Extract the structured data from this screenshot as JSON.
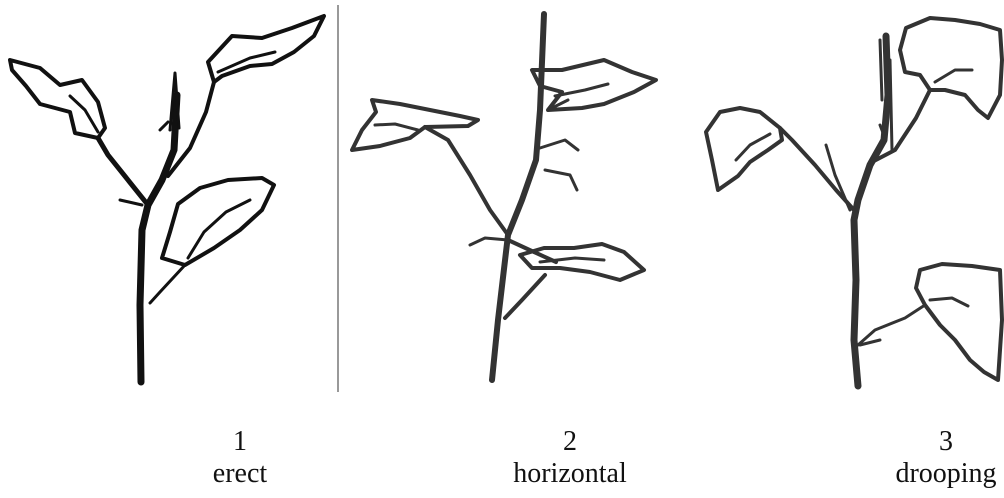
{
  "panels": [
    {
      "number": "1",
      "label": "erect"
    },
    {
      "number": "2",
      "label": "horizontal"
    },
    {
      "number": "3",
      "label": "drooping"
    }
  ],
  "colors": {
    "ink_panel_1": "#111111",
    "ink_panels_2_3": "#333333",
    "divider": "#999999",
    "background": "#ffffff"
  }
}
